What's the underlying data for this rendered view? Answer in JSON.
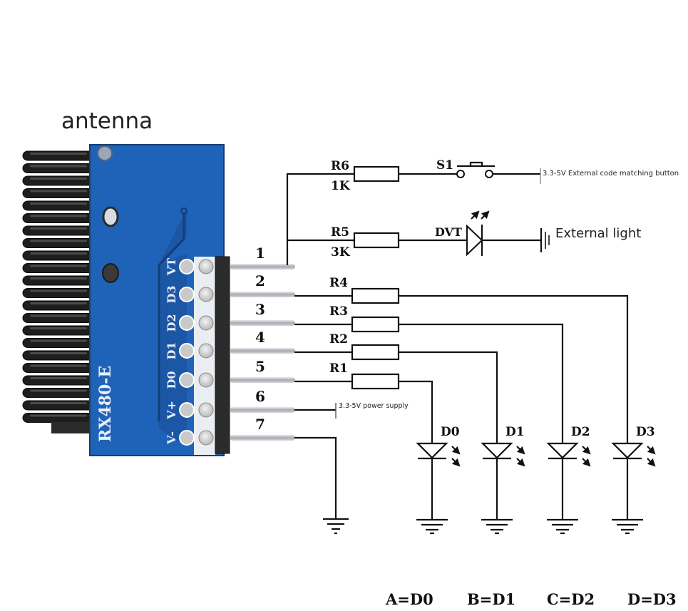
{
  "module": {
    "antenna_label": "antenna",
    "model": "RX480-E",
    "pcb_color": "#1f63b8",
    "pin_silkscreen": [
      "VT",
      "D3",
      "D2",
      "D1",
      "D0",
      "V+",
      "V-"
    ],
    "pin_numbers": [
      "1",
      "2",
      "3",
      "4",
      "5",
      "6",
      "7"
    ]
  },
  "circuit": {
    "button_branch": {
      "resistor": "R6",
      "value": "1K",
      "switch": "S1",
      "note": "3.3-5V External code matching button"
    },
    "light_branch": {
      "resistor": "R5",
      "value": "3K",
      "led": "DVT",
      "note": "External light"
    },
    "output_resistors": [
      "R4",
      "R3",
      "R2",
      "R1"
    ],
    "power_note": "3.3-5V power supply",
    "leds": [
      "D0",
      "D1",
      "D2",
      "D3"
    ]
  },
  "legend": [
    "A=D0",
    "B=D1",
    "C=D2",
    "D=D3"
  ]
}
